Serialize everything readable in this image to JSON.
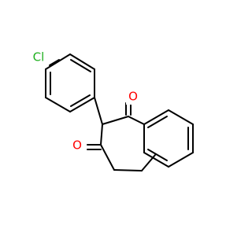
{
  "molecule": {
    "atoms": [
      {
        "id": "cl",
        "element": "Cl",
        "label": "Cl",
        "color": "#20b020"
      },
      {
        "id": "o1",
        "element": "O",
        "label": "O",
        "color": "#ff0000"
      },
      {
        "id": "o2",
        "element": "O",
        "label": "O",
        "color": "#ff0000"
      }
    ],
    "bond_color": "#000000"
  }
}
